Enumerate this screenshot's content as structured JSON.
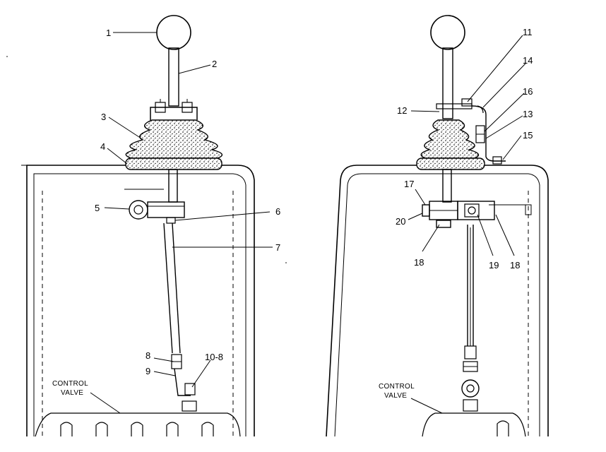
{
  "left_view": {
    "labels": {
      "l1": "1",
      "l2": "2",
      "l3": "3",
      "l4": "4",
      "l5": "5",
      "l6": "6",
      "l7": "7",
      "l8": "8",
      "l9": "9",
      "l10": "10-8"
    },
    "control_valve": [
      "CONTROL",
      "VALVE"
    ]
  },
  "right_view": {
    "labels": {
      "r11": "11",
      "r14": "14",
      "r16": "16",
      "r12": "12",
      "r13": "13",
      "r15": "15",
      "r17": "17",
      "r20": "20",
      "r18a": "18",
      "r19": "19",
      "r18b": "18"
    },
    "control_valve": [
      "CONTROL",
      "VALVE"
    ]
  }
}
